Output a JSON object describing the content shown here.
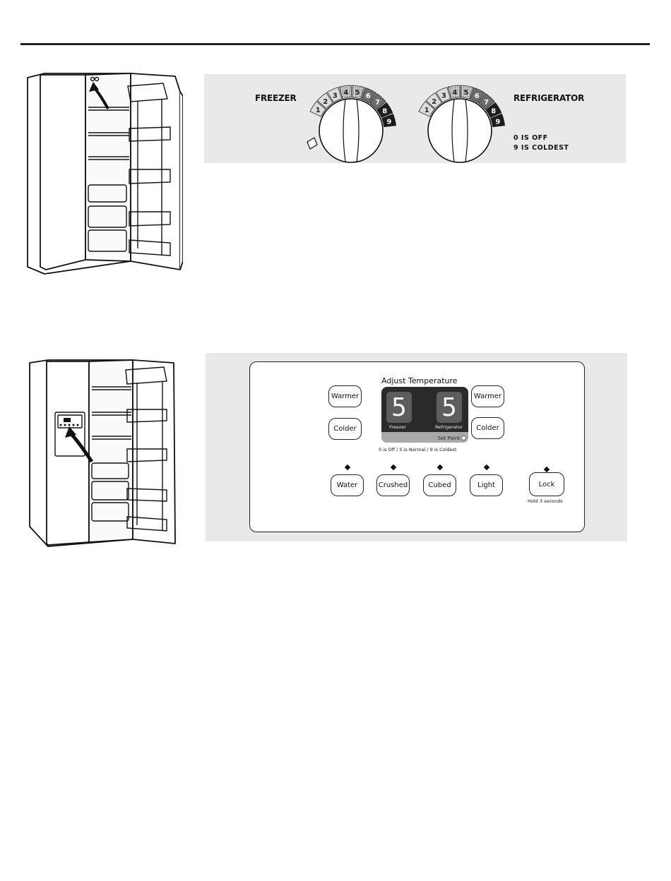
{
  "dial_panel": {
    "freezer_label": "FREEZER",
    "refrigerator_label": "REFRIGERATOR",
    "note_line1": "0 IS OFF",
    "note_line2": "9 IS COLDEST",
    "dial_numbers": [
      "1",
      "2",
      "3",
      "4",
      "5",
      "6",
      "7",
      "8",
      "9"
    ],
    "freezer_setting": 5,
    "refrigerator_setting": 5
  },
  "control_panel": {
    "title": "Adjust Temperature",
    "left_warmer": "Warmer",
    "left_colder": "Colder",
    "right_warmer": "Warmer",
    "right_colder": "Colder",
    "freezer_digit": "5",
    "refrigerator_digit": "5",
    "freezer_label": "Freezer",
    "refrigerator_label": "Refrigerator",
    "set_point": "Set Point",
    "scale_note": "0 is Off / 5 is Normal / 9 is Coldest",
    "buttons": {
      "water": "Water",
      "crushed": "Crushed",
      "cubed": "Cubed",
      "light": "Light",
      "lock": "Lock"
    },
    "lock_note": "Hold 3 seconds"
  },
  "colors": {
    "panel_bg": "#e9e9e9",
    "display_bg": "#2a2a2a"
  }
}
